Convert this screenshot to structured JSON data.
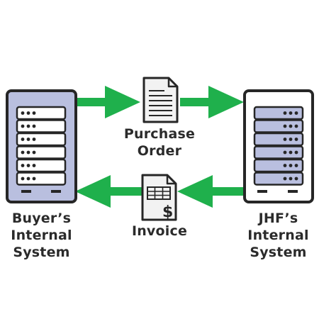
{
  "colors": {
    "arrow": "#1fb04c",
    "server_left_panel": "#b9bfdf",
    "server_right_panel": "#ffffff",
    "outline": "#262626",
    "rack_unit": "#ffffff",
    "document": "#f2f2f2",
    "text": "#2b2b2b"
  },
  "labels": {
    "purchase_order": [
      "Purchase",
      "Order"
    ],
    "invoice": "Invoice",
    "buyer_system": [
      "Buyer’s",
      "Internal",
      "System"
    ],
    "jhf_system": [
      "JHF’s",
      "Internal",
      "System"
    ]
  },
  "document_glyphs": {
    "invoice_symbol": "$"
  },
  "icons": {
    "left_server": "server-rack-icon",
    "right_server": "server-rack-icon",
    "purchase_order_doc": "document-icon",
    "invoice_doc": "invoice-document-icon",
    "arrows": "arrow-right-icon / arrow-left-icon"
  }
}
